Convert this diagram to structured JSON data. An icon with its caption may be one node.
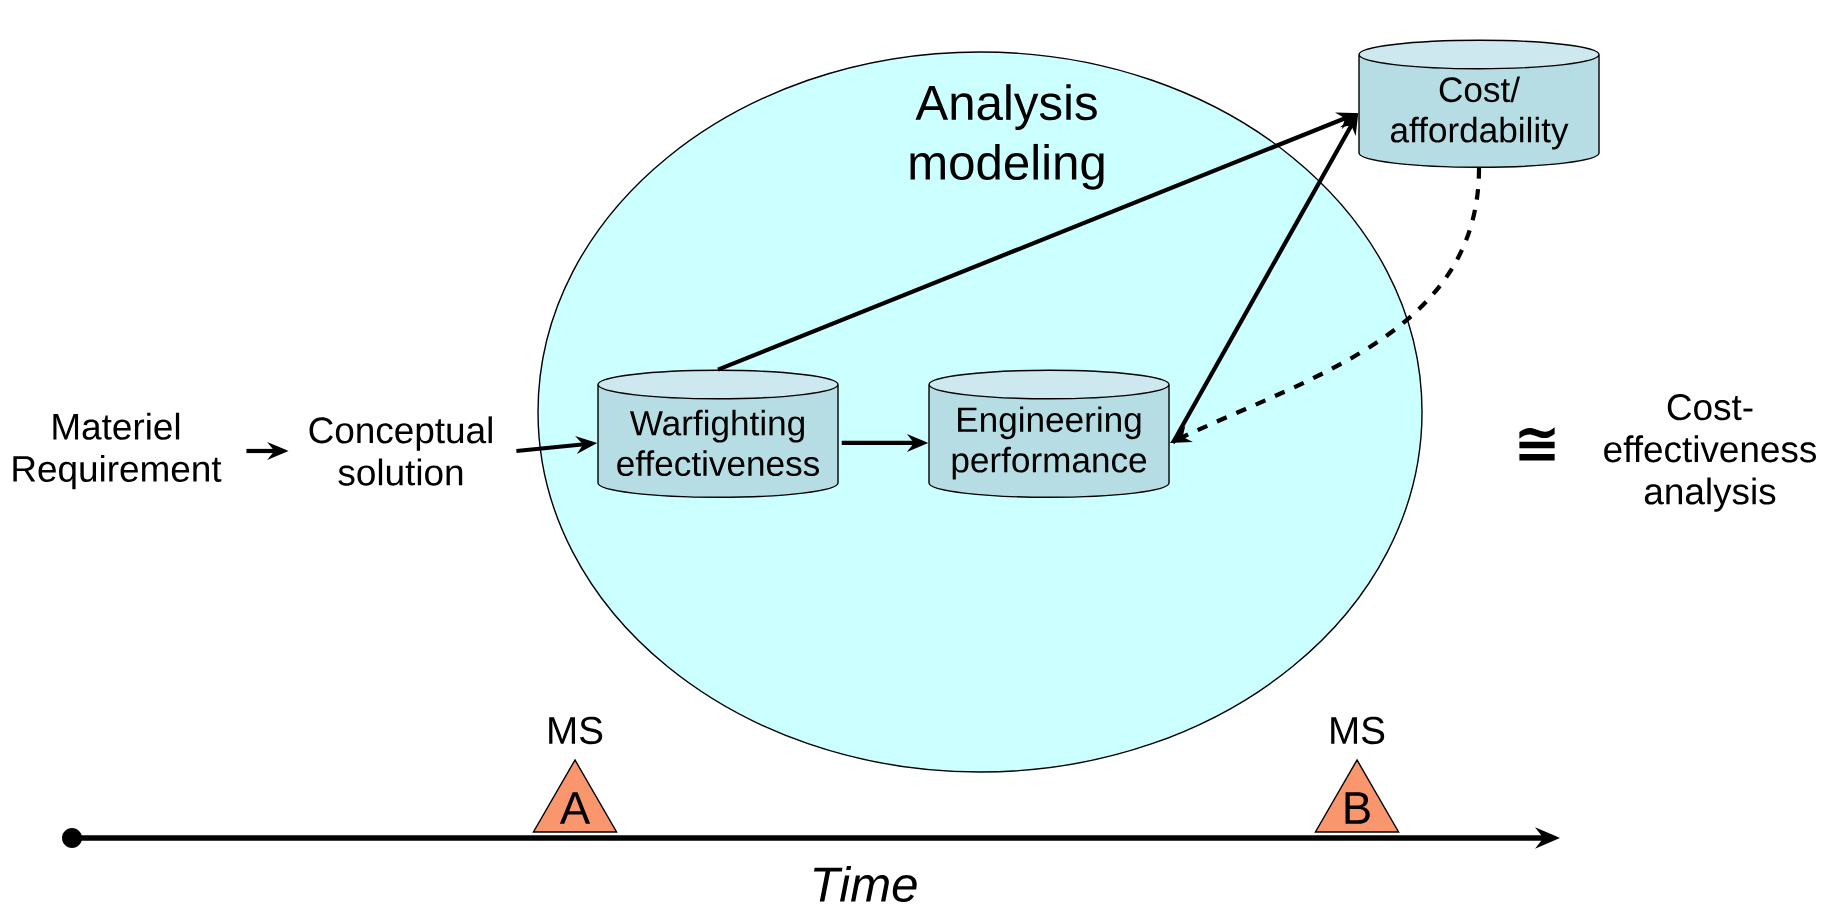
{
  "diagram": {
    "nodes": [
      {
        "text": [
          "Materiel Requirement"
        ]
      },
      {
        "text": [
          "Conceptual solution"
        ]
      },
      {
        "text": [
          "Analysis modeling"
        ]
      },
      {
        "text": [
          "Warfighting effectiveness"
        ],
        "in": 2
      },
      {
        "text": [
          "Engineering performance"
        ],
        "in": 2
      },
      {
        "text": [
          "Cost/ affordability"
        ]
      },
      {
        "text": [
          "Cost- effectiveness analysis"
        ]
      },
      {
        "text": [
          "A"
        ],
        "beside": [
          "MS"
        ]
      },
      {
        "text": [
          "B"
        ],
        "beside": [
          "MS"
        ]
      }
    ],
    "edges": [
      {
        "from": 0,
        "to": 1,
        "arrow": "to"
      },
      {
        "from": 1,
        "to": 3,
        "arrow": "to"
      },
      {
        "from": 3,
        "to": 4,
        "arrow": "to"
      },
      {
        "from": 3,
        "to": 5,
        "arrow": "to"
      },
      {
        "from": 4,
        "to": 5,
        "arrow": "to"
      },
      {
        "from": 5,
        "to": 4,
        "arrow": "to",
        "style": "dashed"
      }
    ],
    "labels": [
      "≅",
      "Time"
    ]
  }
}
